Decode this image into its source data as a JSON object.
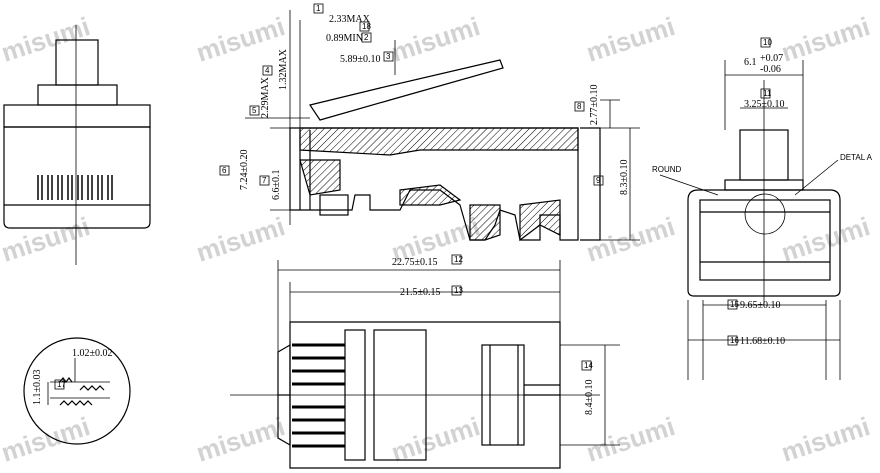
{
  "watermark": "misumi",
  "dimensions": {
    "d_2_33max": "2.33MAX",
    "d_0_89min": "0.89MIN",
    "d_5_89": "5.89±0.10",
    "d_2_29max": "2.29MAX",
    "d_1_32max": "1.32MAX",
    "d_6_6": "6.6±0.1",
    "d_7_24": "7.24±0.20",
    "d_2_77": "2.77±0.10",
    "d_8_3": "8.3±0.10",
    "d_6_1_nominal": "6.1",
    "d_6_1_plus": "+0.07",
    "d_6_1_minus": "-0.06",
    "d_3_25": "3.25±0.10",
    "d_22_75": "22.75±0.15",
    "d_21_5": "21.5±0.15",
    "d_8_4": "8.4±0.10",
    "d_9_65": "9.65±0.10",
    "d_11_68": "11.68±0.10",
    "d_1_02": "1.02±0.02",
    "d_1_1": "1.1±0.03"
  },
  "labels": {
    "round": "ROUND",
    "detail_a": "DETAL A"
  },
  "ref_markers": {
    "m1": "1",
    "m2": "2",
    "m3": "3",
    "m4": "4",
    "m5": "5",
    "m6": "6",
    "m7": "7",
    "m8": "8",
    "m9": "9",
    "m10": "10",
    "m11": "11",
    "m12": "12",
    "m13": "13",
    "m14": "14",
    "m15": "15",
    "m16": "16",
    "m17": "17",
    "m18": "18"
  }
}
